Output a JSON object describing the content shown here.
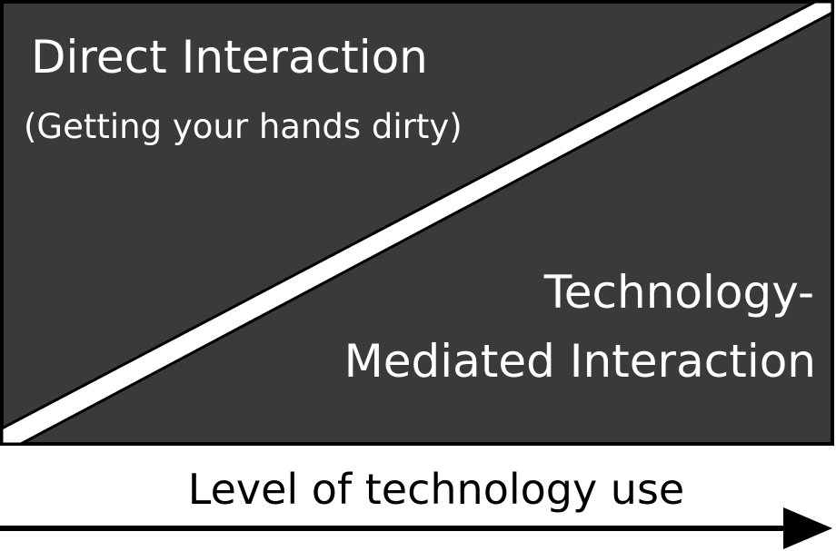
{
  "diagram": {
    "top_region": {
      "title": "Direct Interaction",
      "subtitle": "(Getting your hands dirty)"
    },
    "bottom_region": {
      "title_line1": "Technology-",
      "title_line2": "Mediated Interaction"
    },
    "axis": {
      "label": "Level of technology use"
    },
    "colors": {
      "panel": "#3a3a3a",
      "border": "#000000",
      "divider": "#ffffff",
      "text_on_panel": "#ffffff",
      "axis": "#000000"
    }
  }
}
